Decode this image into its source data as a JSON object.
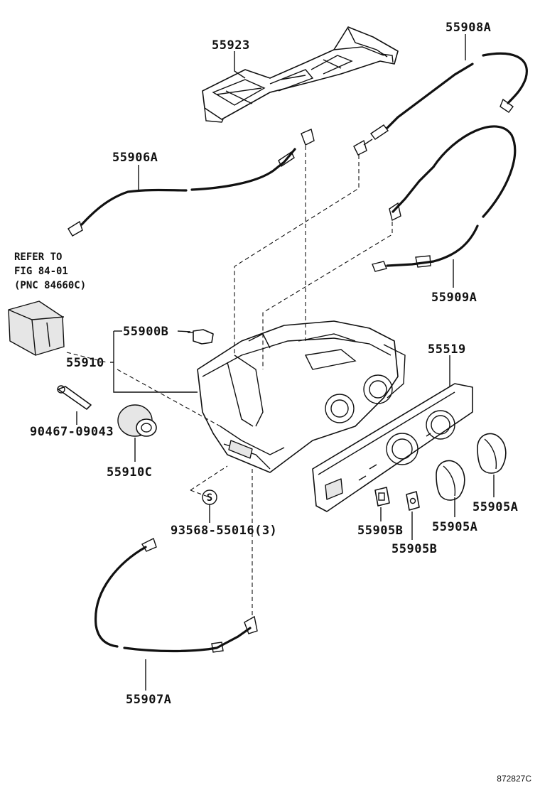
{
  "diagram": {
    "labels": {
      "p55923": "55923",
      "p55908A": "55908A",
      "p55906A": "55906A",
      "p55909A": "55909A",
      "p55900B": "55900B",
      "p55910": "55910",
      "p55519": "55519",
      "p90467": "90467-09043",
      "p55910C": "55910C",
      "p93568": "93568-55016(3)",
      "p55905B_1": "55905B",
      "p55905B_2": "55905B",
      "p55905A_1": "55905A",
      "p55905A_2": "55905A",
      "p55907A": "55907A",
      "s_symbol": "S"
    },
    "reference": {
      "line1": "REFER TO",
      "line2": "FIG 84-01",
      "line3": "(PNC 84660C)"
    },
    "figure_code": "872827C"
  }
}
